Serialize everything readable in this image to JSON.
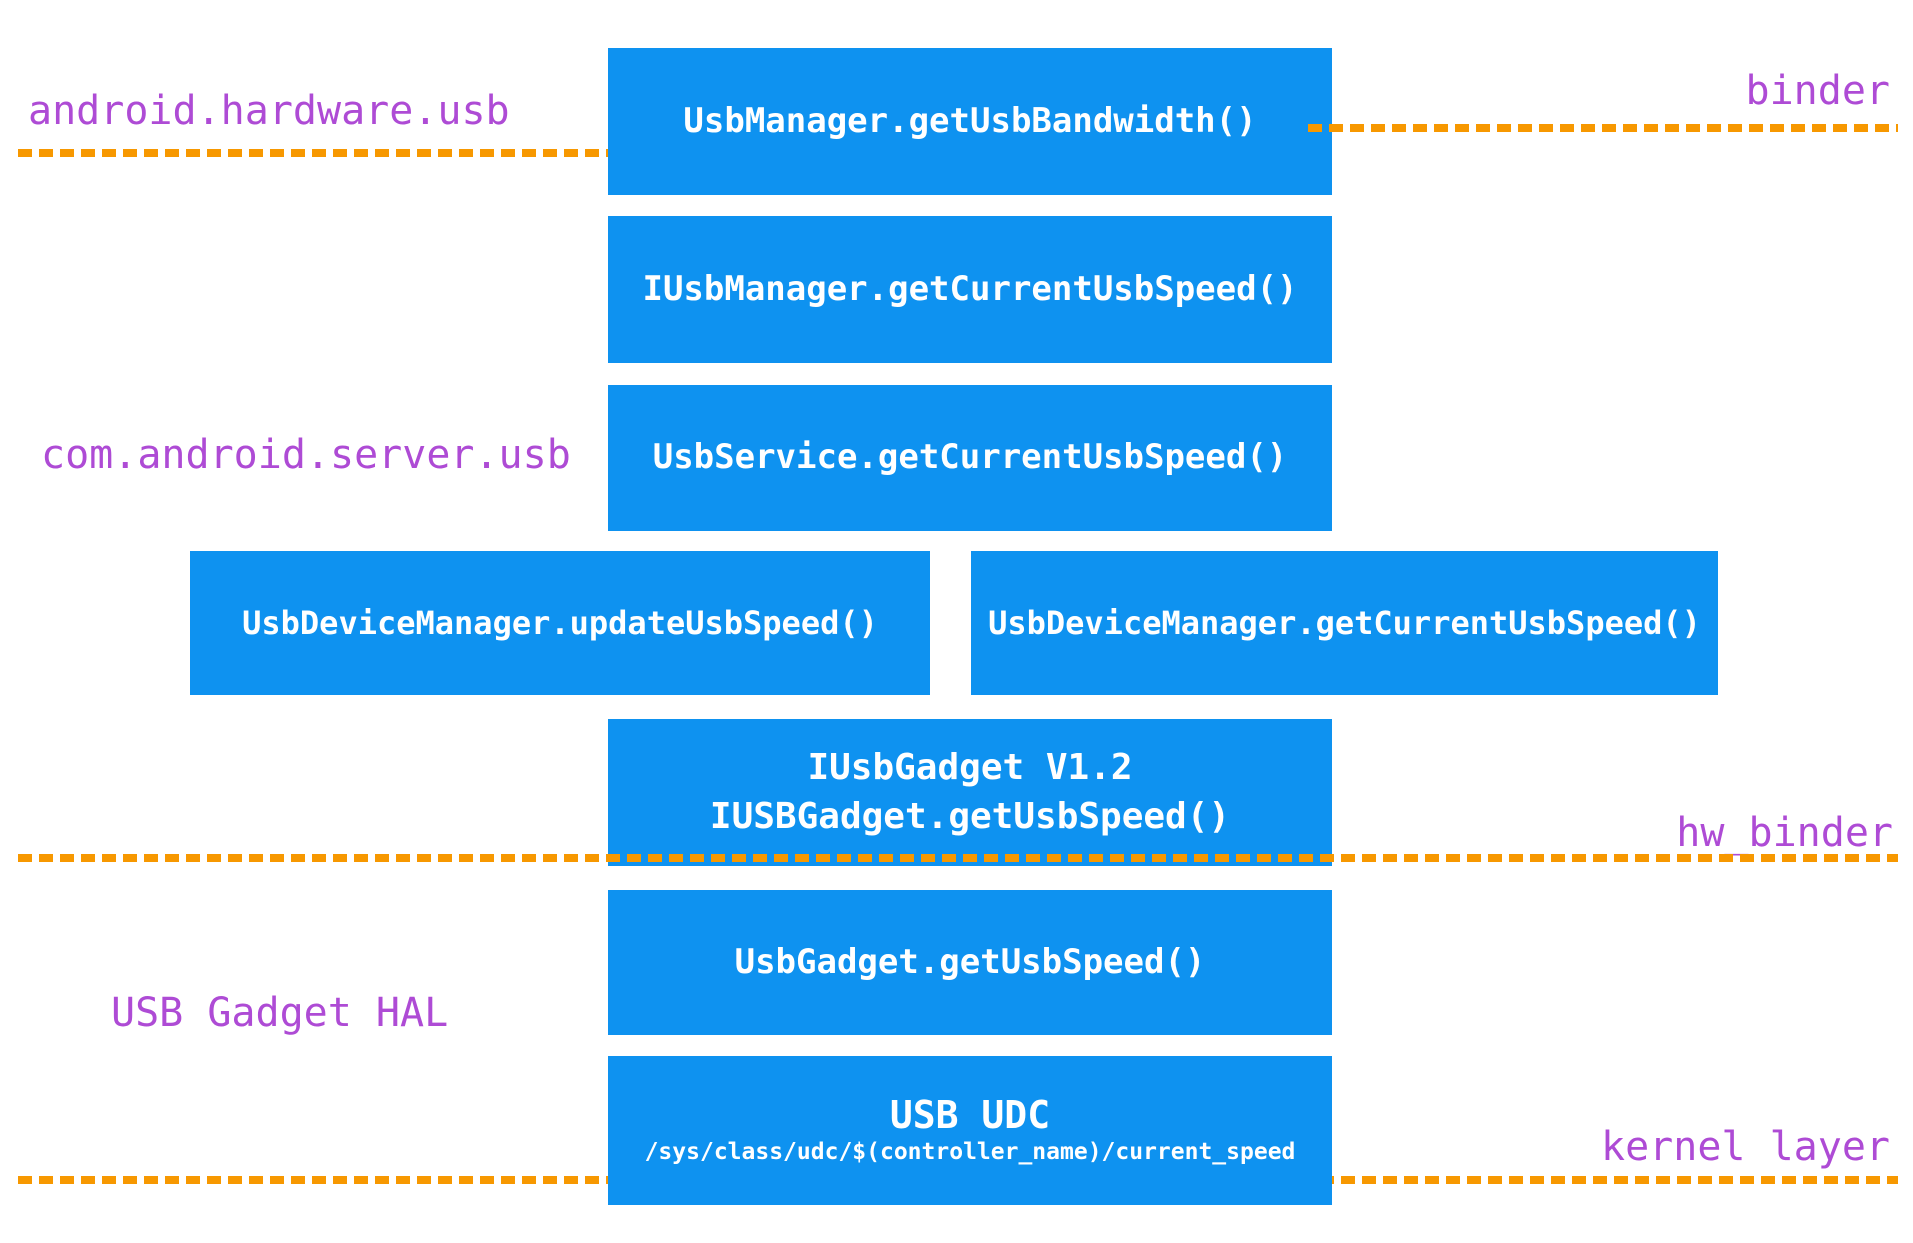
{
  "colors": {
    "box_blue": "#0E92F0",
    "line_orange": "#F79800",
    "label_purple": "#AE4BD5",
    "box_text": "#FFFFFF"
  },
  "labels": {
    "android_hardware_usb": "android.hardware.usb",
    "binder": "binder",
    "com_android_server_usb": "com.android.server.usb",
    "hw_binder": "hw_binder",
    "usb_gadget_hal": "USB Gadget HAL",
    "kernel_layer": "kernel layer"
  },
  "boxes": {
    "usb_manager": "UsbManager.getUsbBandwidth()",
    "iusb_manager": "IUsbManager.getCurrentUsbSpeed()",
    "usb_service": "UsbService.getCurrentUsbSpeed()",
    "usb_device_manager_update": "UsbDeviceManager.updateUsbSpeed()",
    "usb_device_manager_get": "UsbDeviceManager.getCurrentUsbSpeed()",
    "iusb_gadget_line1": "IUsbGadget V1.2",
    "iusb_gadget_line2": "IUSBGadget.getUsbSpeed()",
    "usb_gadget": "UsbGadget.getUsbSpeed()",
    "usb_udc_title": "USB UDC",
    "usb_udc_path": "/sys/class/udc/$(controller_name)/current_speed"
  }
}
